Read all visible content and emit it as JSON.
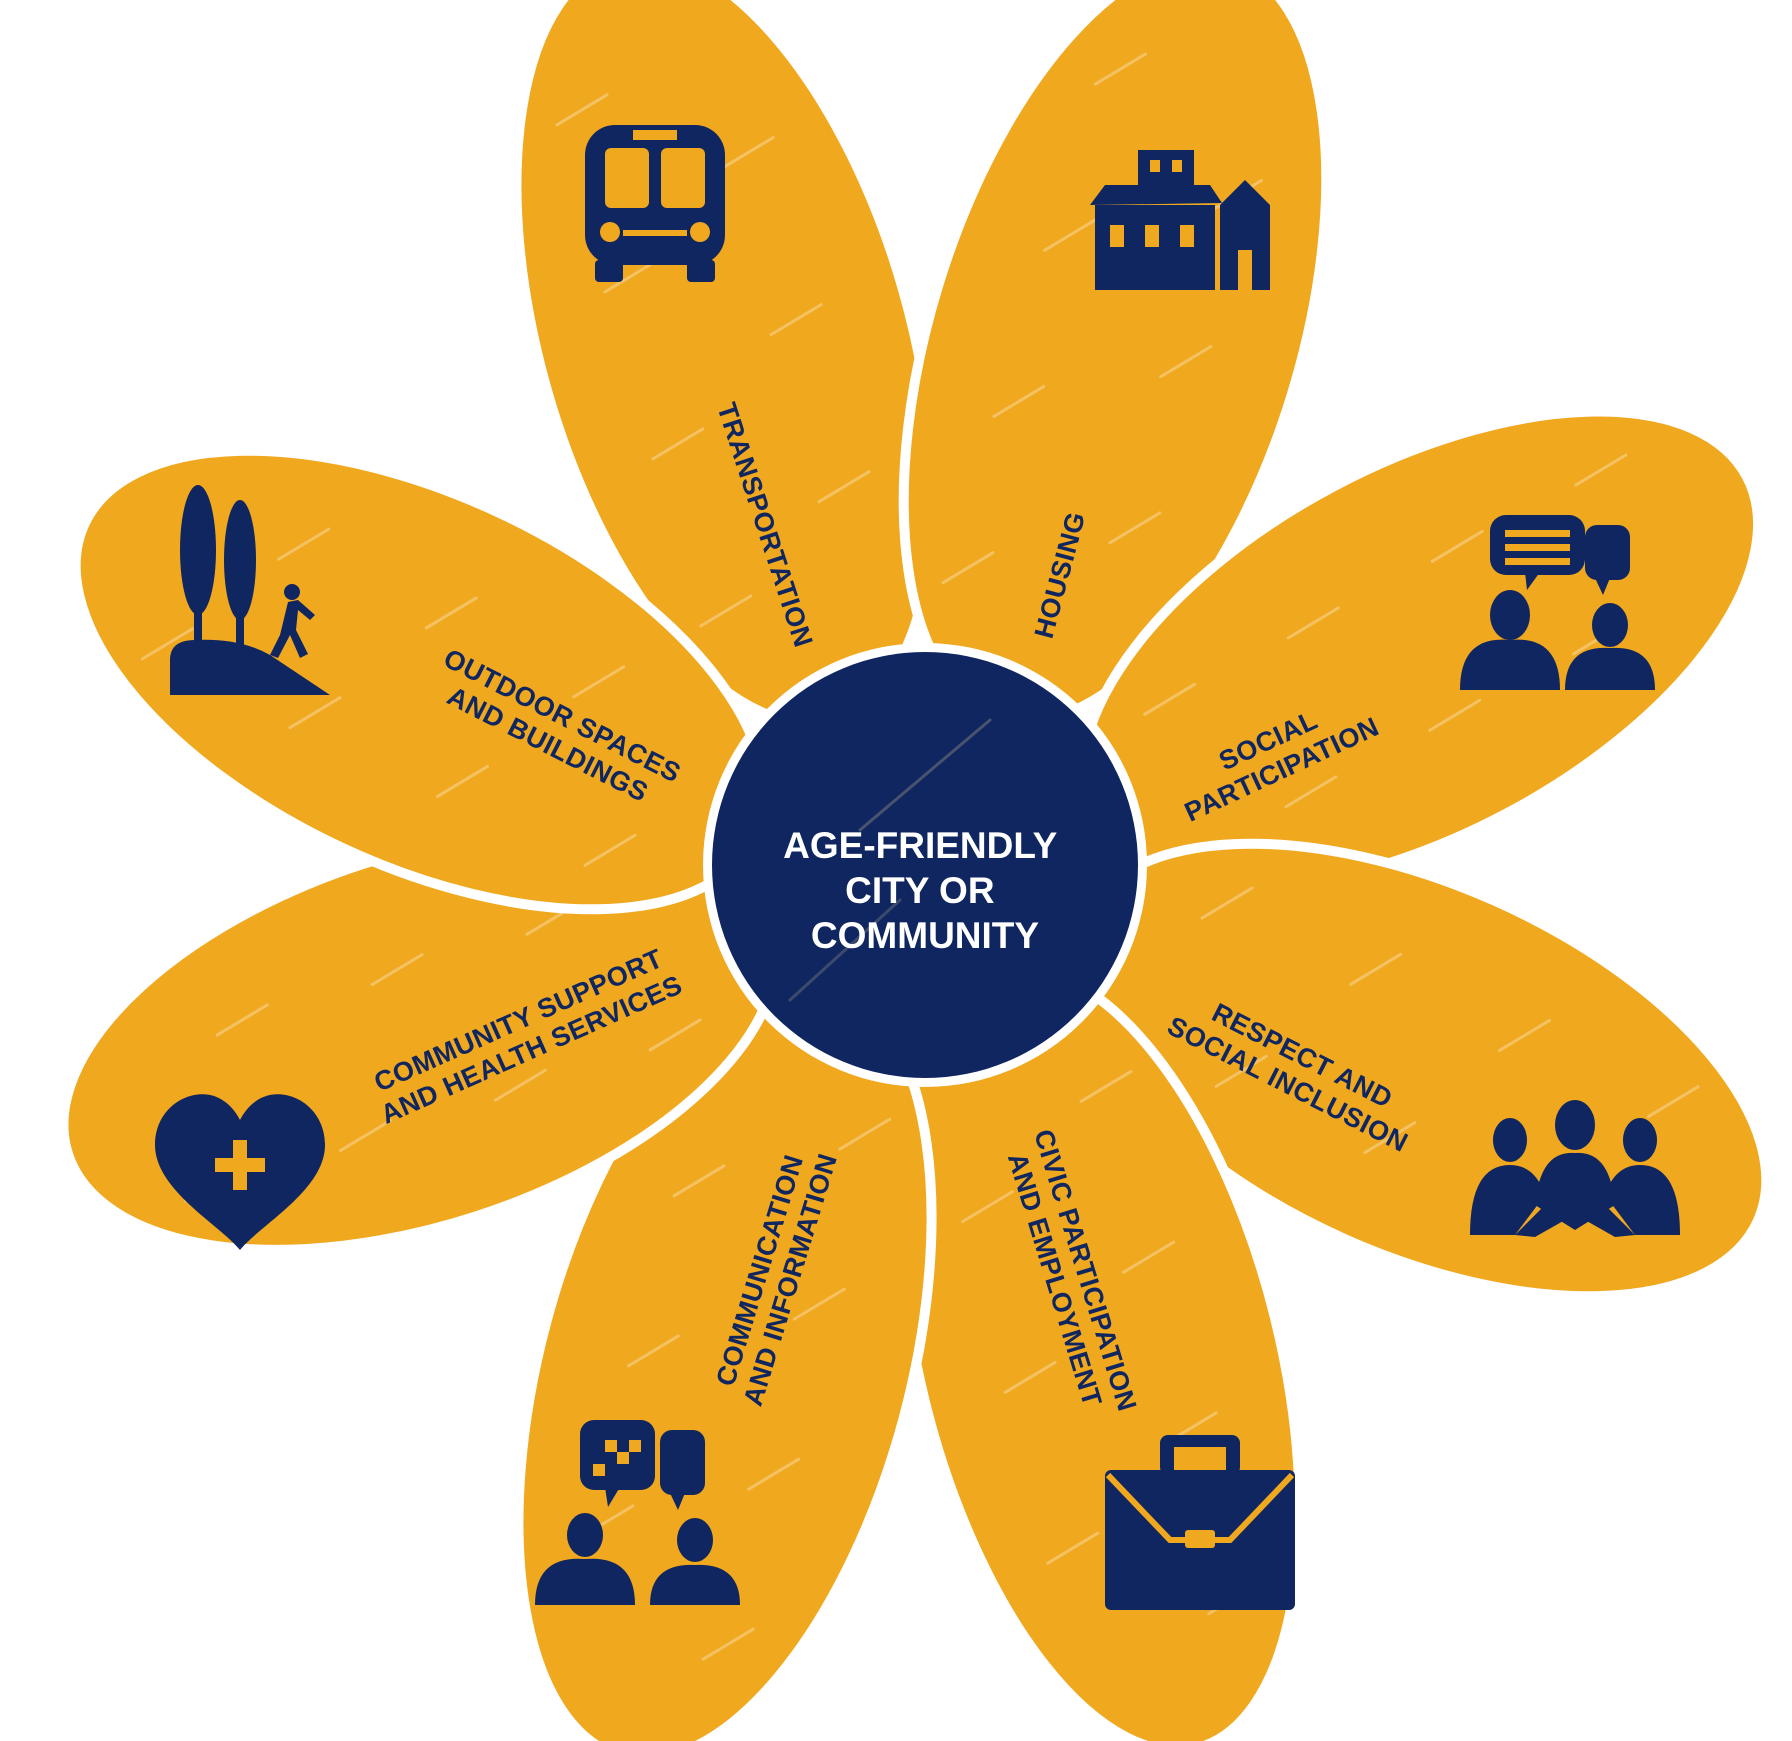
{
  "colors": {
    "petal": "#f0a81f",
    "ink": "#0f2660",
    "center": "#0f2660",
    "center_text": "#ffffff",
    "background": "#ffffff"
  },
  "center": {
    "lines": [
      "AGE-FRIENDLY",
      "CITY OR",
      "COMMUNITY"
    ]
  },
  "petals": [
    {
      "id": "transportation",
      "icon": "bus-icon",
      "lines": [
        "TRANSPORTATION"
      ]
    },
    {
      "id": "housing",
      "icon": "houses-icon",
      "lines": [
        "HOUSING"
      ]
    },
    {
      "id": "social-participation",
      "icon": "chatting-people-icon",
      "lines": [
        "SOCIAL",
        "PARTICIPATION"
      ]
    },
    {
      "id": "respect-inclusion",
      "icon": "group-people-icon",
      "lines": [
        "RESPECT AND",
        "SOCIAL INCLUSION"
      ]
    },
    {
      "id": "civic-employment",
      "icon": "briefcase-icon",
      "lines": [
        "CIVIC PARTICIPATION",
        "AND EMPLOYMENT"
      ]
    },
    {
      "id": "communication",
      "icon": "chat-bubbles-people-icon",
      "lines": [
        "COMMUNICATION",
        "AND INFORMATION"
      ]
    },
    {
      "id": "community-health",
      "icon": "heart-cross-icon",
      "lines": [
        "COMMUNITY SUPPORT",
        "AND HEALTH SERVICES"
      ]
    },
    {
      "id": "outdoor-buildings",
      "icon": "trees-hiker-icon",
      "lines": [
        "OUTDOOR SPACES",
        "AND BUILDINGS"
      ]
    }
  ]
}
